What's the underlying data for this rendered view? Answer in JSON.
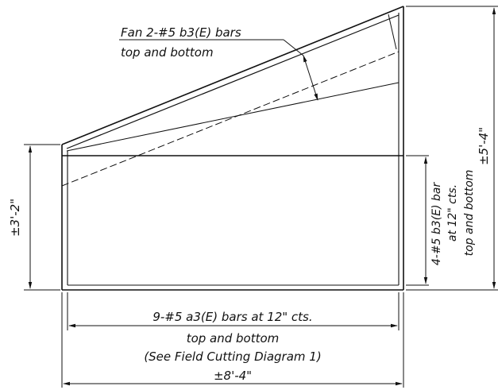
{
  "labels": {
    "fan_bars_line1": "Fan 2-#5 b3(E) bars",
    "fan_bars_line2": "top and bottom",
    "bottom_bars_line1": "9-#5 a3(E) bars at 12\" cts.",
    "bottom_bars_line2": "top and bottom",
    "bottom_bars_line3": "(See Field Cutting Diagram 1)",
    "right_bars_line1": "4-#5 b3(E) bar",
    "right_bars_line2": "at 12\" cts.",
    "right_bars_line3": "top and bottom"
  },
  "dimensions": {
    "overall_width": "±8'-4\"",
    "left_height": "±3'-2\"",
    "right_height": "±5'-4\""
  },
  "colors": {
    "line": "#111111",
    "background": "#ffffff"
  }
}
